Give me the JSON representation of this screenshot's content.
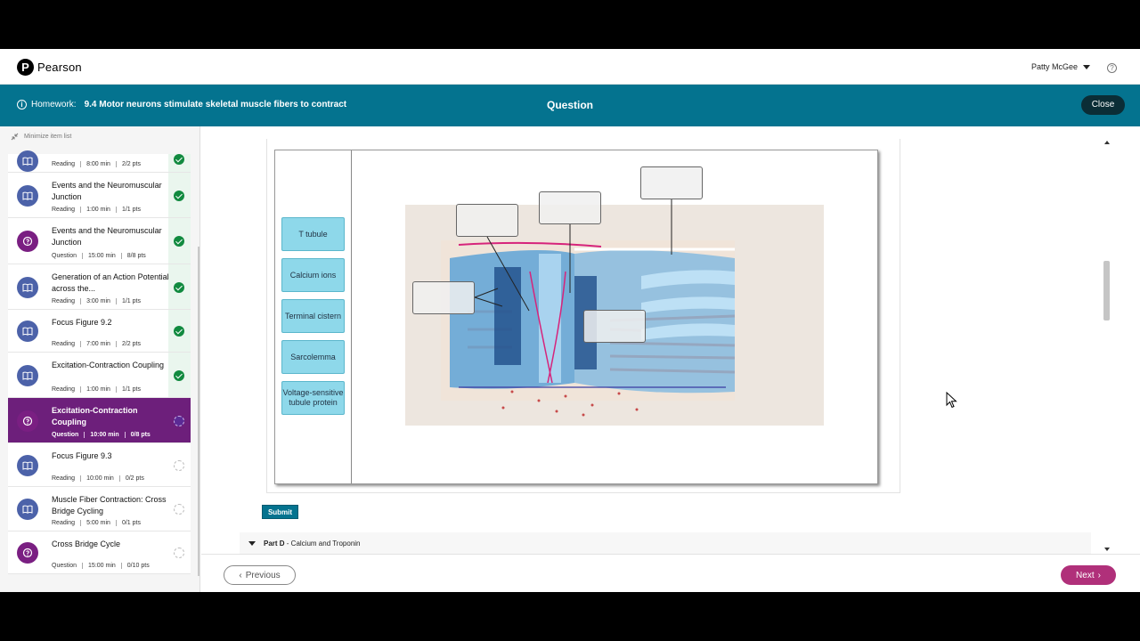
{
  "brand": {
    "name": "Pearson",
    "logo_letter": "P"
  },
  "user": {
    "name": "Patty McGee",
    "help_icon": "?"
  },
  "header": {
    "info_icon": "i",
    "homework_label": "Homework:",
    "homework_title": "9.4 Motor neurons stimulate skeletal muscle fibers to contract",
    "page_title": "Question",
    "close_label": "Close"
  },
  "sidebar": {
    "minimize_label": "Minimize item list",
    "items": [
      {
        "title": "",
        "type": "Reading",
        "time": "8:00 min",
        "pts": "2/2 pts",
        "status": "done"
      },
      {
        "title": "Events and the Neuromuscular Junction",
        "type": "Reading",
        "time": "1:00 min",
        "pts": "1/1 pts",
        "status": "done"
      },
      {
        "title": "Events and the Neuromuscular Junction",
        "type": "Question",
        "time": "15:00 min",
        "pts": "8/8 pts",
        "status": "done"
      },
      {
        "title": "Generation of an Action Potential across the...",
        "type": "Reading",
        "time": "3:00 min",
        "pts": "1/1 pts",
        "status": "done"
      },
      {
        "title": "Focus Figure 9.2",
        "type": "Reading",
        "time": "7:00 min",
        "pts": "2/2 pts",
        "status": "done"
      },
      {
        "title": "Excitation-Contraction Coupling",
        "type": "Reading",
        "time": "1:00 min",
        "pts": "1/1 pts",
        "status": "done"
      },
      {
        "title": "Excitation-Contraction Coupling",
        "type": "Question",
        "time": "10:00 min",
        "pts": "0/8 pts",
        "status": "current"
      },
      {
        "title": "Focus Figure 9.3",
        "type": "Reading",
        "time": "10:00 min",
        "pts": "0/2 pts",
        "status": "todo"
      },
      {
        "title": "Muscle Fiber Contraction: Cross Bridge Cycling",
        "type": "Reading",
        "time": "5:00 min",
        "pts": "0/1 pts",
        "status": "todo"
      },
      {
        "title": "Cross Bridge Cycle",
        "type": "Question",
        "time": "15:00 min",
        "pts": "0/10 pts",
        "status": "todo"
      }
    ]
  },
  "question": {
    "labels": [
      "T tubule",
      "Calcium ions",
      "Terminal cistern",
      "Sarcolemma",
      "Voltage-sensitive tubule protein"
    ],
    "submit_label": "Submit",
    "next_part": {
      "part": "Part D",
      "separator": " - ",
      "title": "Calcium and Troponin"
    }
  },
  "footer": {
    "previous_label": "Previous",
    "next_label": "Next"
  },
  "colors": {
    "teal": "#04738f",
    "active_item": "#6d1f7b",
    "next_button": "#b0307a",
    "done_green": "#118a3f"
  }
}
